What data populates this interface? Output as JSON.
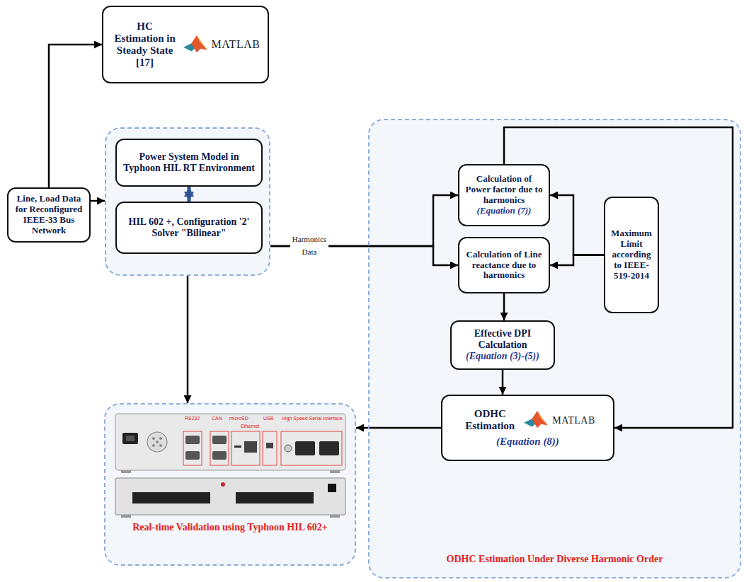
{
  "diagram": {
    "nodes": [
      {
        "text": [
          "HC Estimation in Steady State [17]",
          "MATLAB"
        ]
      },
      {
        "text": [
          "Line, Load Data for Reconfigured IEEE-33 Bus Network"
        ]
      },
      {
        "text": []
      },
      {
        "text": [
          "Power System Model in Typhoon HIL RT Environment"
        ],
        "in": 2
      },
      {
        "text": [
          "HIL 602 +, Configuration '2' Solver \"Bilinear\""
        ],
        "in": 2
      },
      {
        "text": [
          "ODHC Estimation Under Diverse Harmonic Order"
        ]
      },
      {
        "text": [
          "Calculation of Power factor due to harmonics",
          "(Equation (7))"
        ],
        "in": 5
      },
      {
        "text": [
          "Calculation of Line reactance due to harmonics"
        ],
        "in": 5
      },
      {
        "text": [
          "Maximum Limit according to IEEE-519-2014"
        ],
        "in": 5
      },
      {
        "text": [
          "Effective DPI Calculation",
          "(Equation (3)-(5))"
        ],
        "in": 5
      },
      {
        "text": [
          "ODHC Estimation",
          "MATLAB",
          "(Equation (8))"
        ],
        "in": 5
      },
      {
        "text": [
          "Real-time Validation using Typhoon HIL 602+"
        ]
      }
    ],
    "edges": [
      {
        "from": 1,
        "to": 0,
        "arrow": "to"
      },
      {
        "from": 1,
        "to": 2,
        "arrow": "to"
      },
      {
        "from": 3,
        "to": 4,
        "arrow": "both"
      },
      {
        "from": 2,
        "to": 11,
        "arrow": "to"
      },
      {
        "from": 2,
        "to": 6,
        "arrow": "to",
        "label": "Harmonics Data"
      },
      {
        "from": 2,
        "to": 7,
        "arrow": "to"
      },
      {
        "from": 8,
        "to": 6,
        "arrow": "to"
      },
      {
        "from": 8,
        "to": 7,
        "arrow": "to"
      },
      {
        "from": 6,
        "to": 10,
        "arrow": "to"
      },
      {
        "from": 7,
        "to": 9,
        "arrow": "to"
      },
      {
        "from": 9,
        "to": 10,
        "arrow": "to"
      },
      {
        "from": 10,
        "to": 11,
        "arrow": "to"
      }
    ],
    "labels": [
      "RS232",
      "CAN",
      "microSD",
      "Ethernet",
      "USB",
      "High Speed Serial Interface"
    ]
  }
}
